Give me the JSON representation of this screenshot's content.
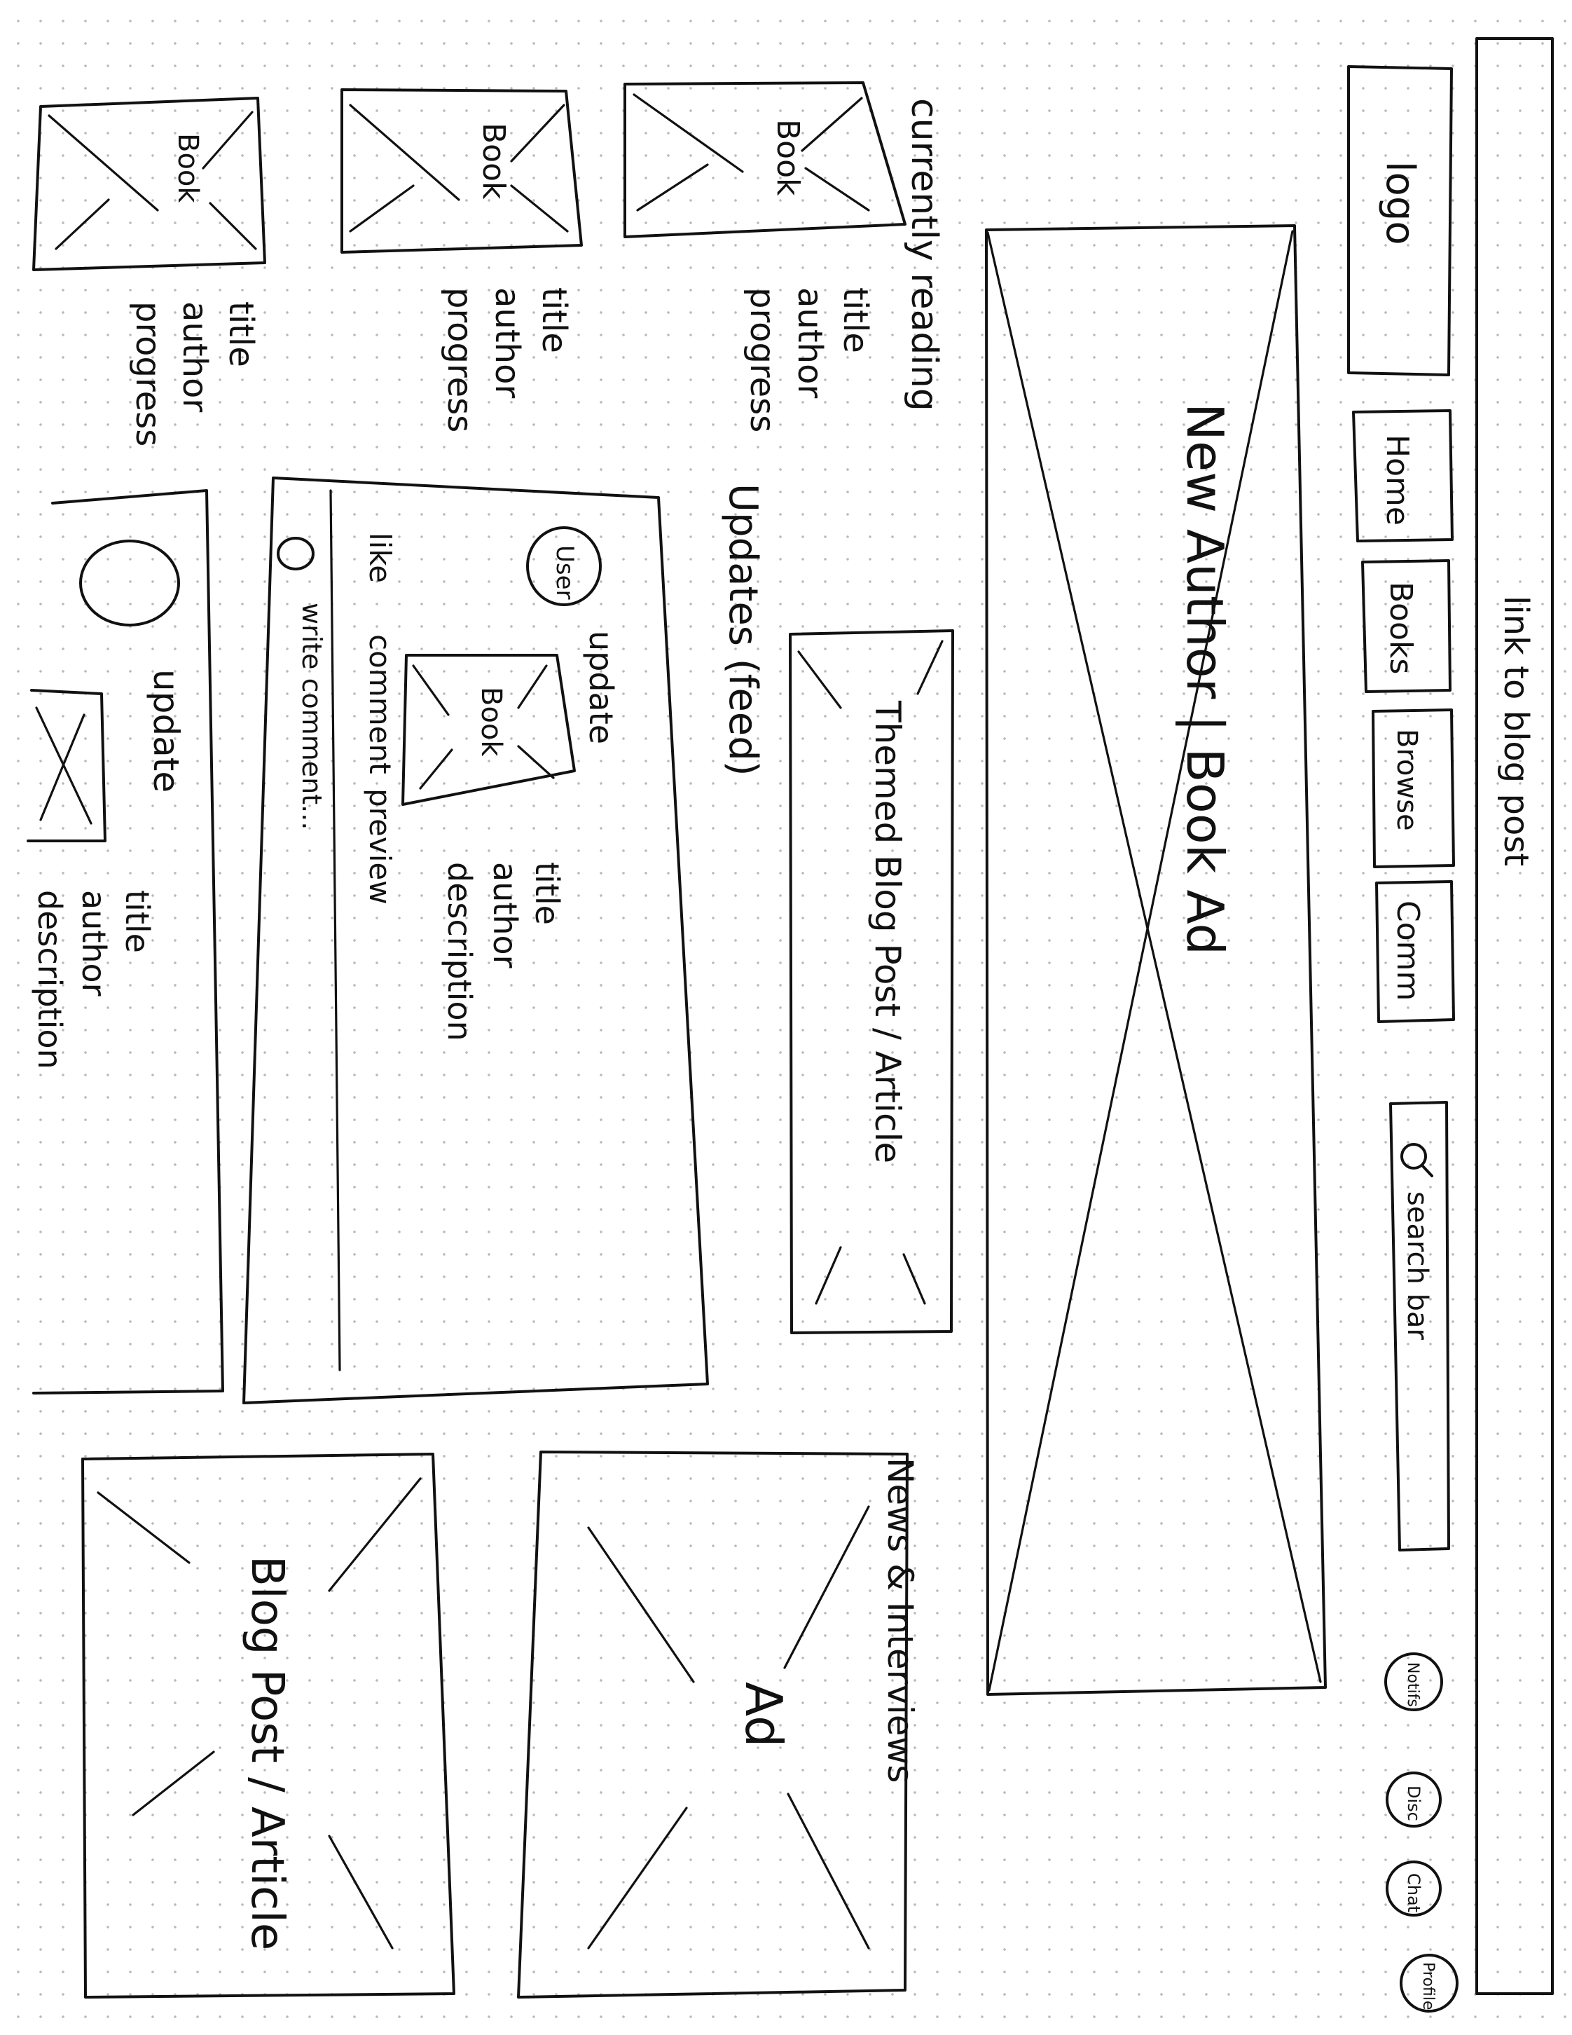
{
  "header": {
    "link_text": "link to blog post",
    "logo": "logo",
    "nav": [
      {
        "label": "Home"
      },
      {
        "label": "Books"
      },
      {
        "label": "Browse"
      },
      {
        "label": "Comm"
      }
    ],
    "search_placeholder": "search bar",
    "icons": [
      "Notifs",
      "Disc",
      "Chat",
      "Profile"
    ]
  },
  "hero": {
    "label": "New Author | Book Ad"
  },
  "themed_post": {
    "label": "Themed Blog Post / Article"
  },
  "currently_reading": {
    "heading": "currently reading",
    "books": [
      {
        "image_label": "Book",
        "lines": [
          "title",
          "author",
          "progress"
        ]
      },
      {
        "image_label": "Book",
        "lines": [
          "title",
          "author",
          "progress"
        ]
      },
      {
        "image_label": "Book",
        "lines": [
          "title",
          "author",
          "progress"
        ]
      }
    ]
  },
  "updates": {
    "heading": "Updates (feed)",
    "card1": {
      "user_label": "User",
      "update_text": "update",
      "book_label": "Book",
      "meta": [
        "title",
        "author",
        "description"
      ],
      "actions": [
        "like",
        "comment",
        "preview"
      ],
      "comment_placeholder": "write comment..."
    },
    "card2": {
      "update_text": "update",
      "meta": [
        "title",
        "author",
        "description"
      ]
    }
  },
  "news": {
    "heading": "News & Interviews",
    "ad_label": "Ad",
    "blog_label": "Blog Post / Article"
  }
}
